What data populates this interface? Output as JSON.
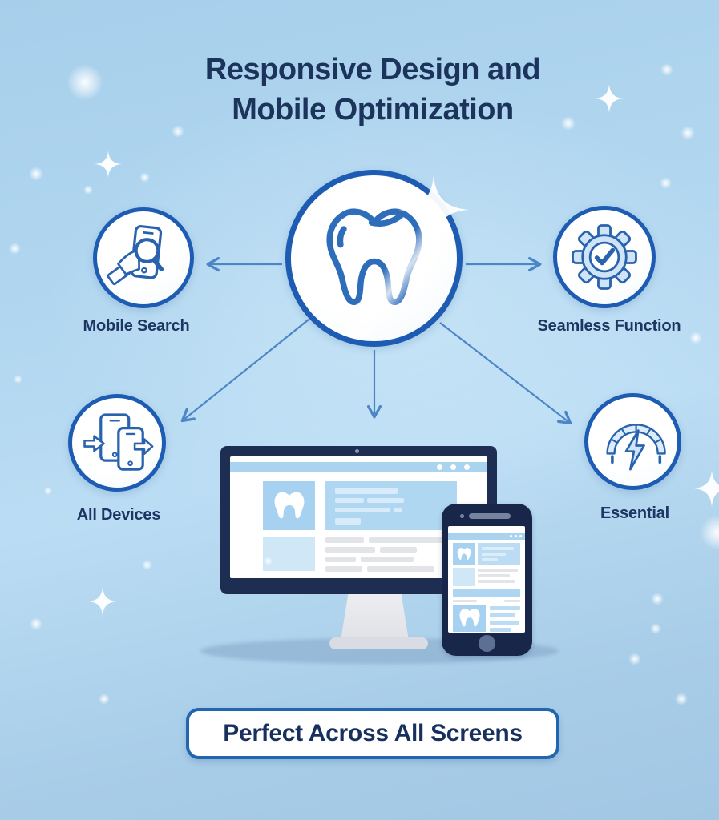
{
  "title": {
    "line1": "Responsive Design and",
    "line2": "Mobile Optimization"
  },
  "center_node": {
    "icon": "tooth-icon"
  },
  "nodes": [
    {
      "id": "mobile-search",
      "label": "Mobile Search",
      "icon": "phone-magnifier-icon",
      "position": "top-left"
    },
    {
      "id": "seamless-function",
      "label": "Seamless Function",
      "icon": "gear-check-icon",
      "position": "top-right"
    },
    {
      "id": "all-devices",
      "label": "All Devices",
      "icon": "devices-sync-icon",
      "position": "bottom-left"
    },
    {
      "id": "essential",
      "label": "Essential",
      "icon": "speed-gauge-icon",
      "position": "bottom-right"
    }
  ],
  "illustration": {
    "description": "desktop monitor and smartphone showing the same dental website",
    "elements": [
      "monitor-illustration",
      "smartphone-illustration",
      "tooth-thumbnails"
    ]
  },
  "banner": {
    "label": "Perfect Across All Screens"
  },
  "colors": {
    "background_blue": "#aed4ee",
    "circle_border": "#1d5cb2",
    "icon_stroke": "#2a63ad",
    "icon_fill_light": "#cfe4f7",
    "arrow": "#4d86c6",
    "text_navy": "#1c335c",
    "device_frame_navy": "#1e2e52",
    "screen_header_blue": "#a9d3ef",
    "banner_border": "#2265b0"
  }
}
